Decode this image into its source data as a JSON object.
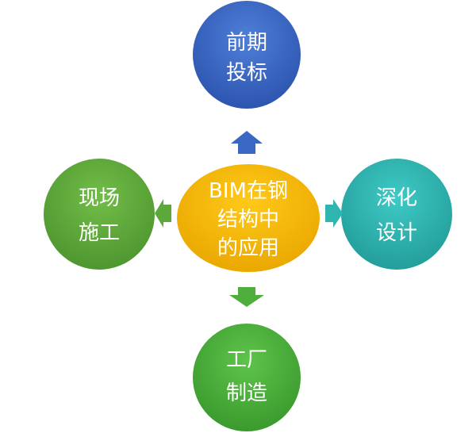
{
  "center": {
    "lines": [
      "BIM在钢",
      "结构中",
      "的应用"
    ],
    "color": "#f5b800"
  },
  "nodes": {
    "top": {
      "lines": [
        "前期",
        "投标"
      ],
      "color": "#3a66c4"
    },
    "left": {
      "lines": [
        "现场",
        "施工"
      ],
      "color": "#5da83a"
    },
    "right": {
      "lines": [
        "深化",
        "设计"
      ],
      "color": "#2fb4b0"
    },
    "bottom": {
      "lines": [
        "工厂",
        "制造"
      ],
      "color": "#4fae3c"
    }
  }
}
